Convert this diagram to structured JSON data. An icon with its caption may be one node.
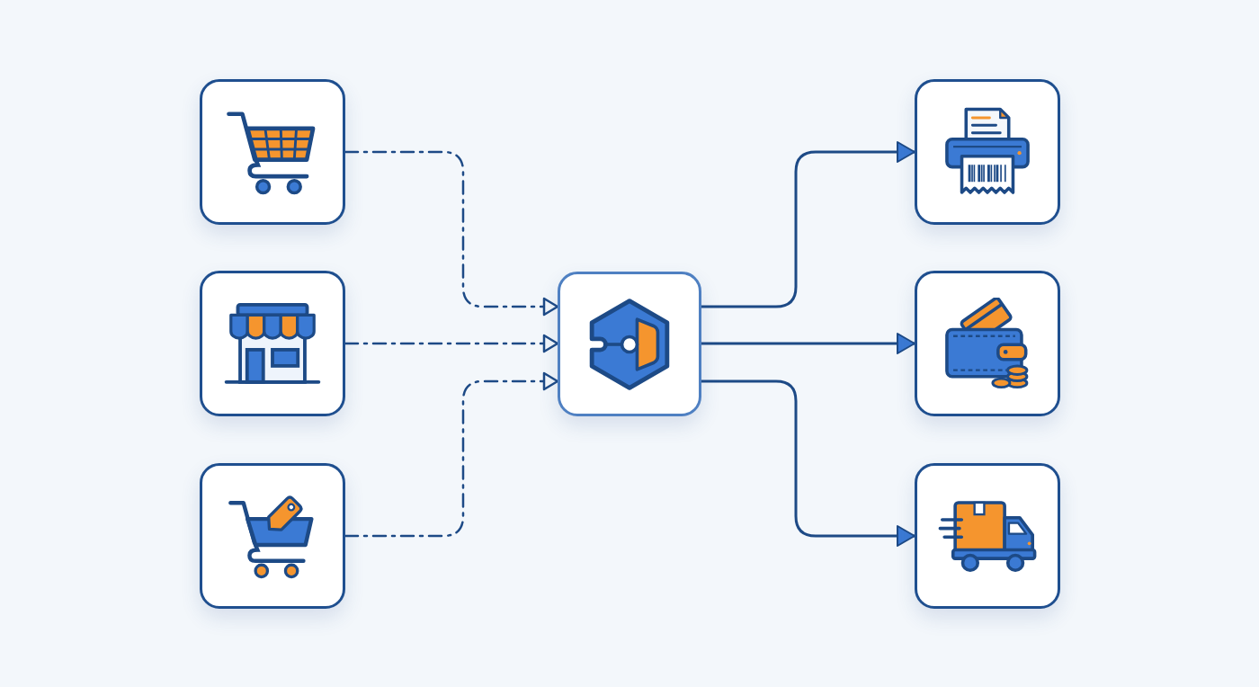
{
  "diagram": {
    "nodes": [
      {
        "text": [],
        "shape": "picture"
      },
      {
        "text": [],
        "shape": "picture"
      },
      {
        "text": [],
        "shape": "picture"
      },
      {
        "text": [],
        "shape": "picture"
      },
      {
        "text": [],
        "shape": "picture"
      },
      {
        "text": [],
        "shape": "picture"
      },
      {
        "text": [],
        "shape": "picture"
      }
    ],
    "edges": [
      {
        "from": 0,
        "to": 3,
        "arrow": "to",
        "style": "dashed"
      },
      {
        "from": 1,
        "to": 3,
        "arrow": "to",
        "style": "dashed"
      },
      {
        "from": 2,
        "to": 3,
        "arrow": "to",
        "style": "dashed"
      },
      {
        "from": 3,
        "to": 4,
        "arrow": "to"
      },
      {
        "from": 3,
        "to": 5,
        "arrow": "to"
      },
      {
        "from": 3,
        "to": 6,
        "arrow": "to"
      }
    ]
  }
}
